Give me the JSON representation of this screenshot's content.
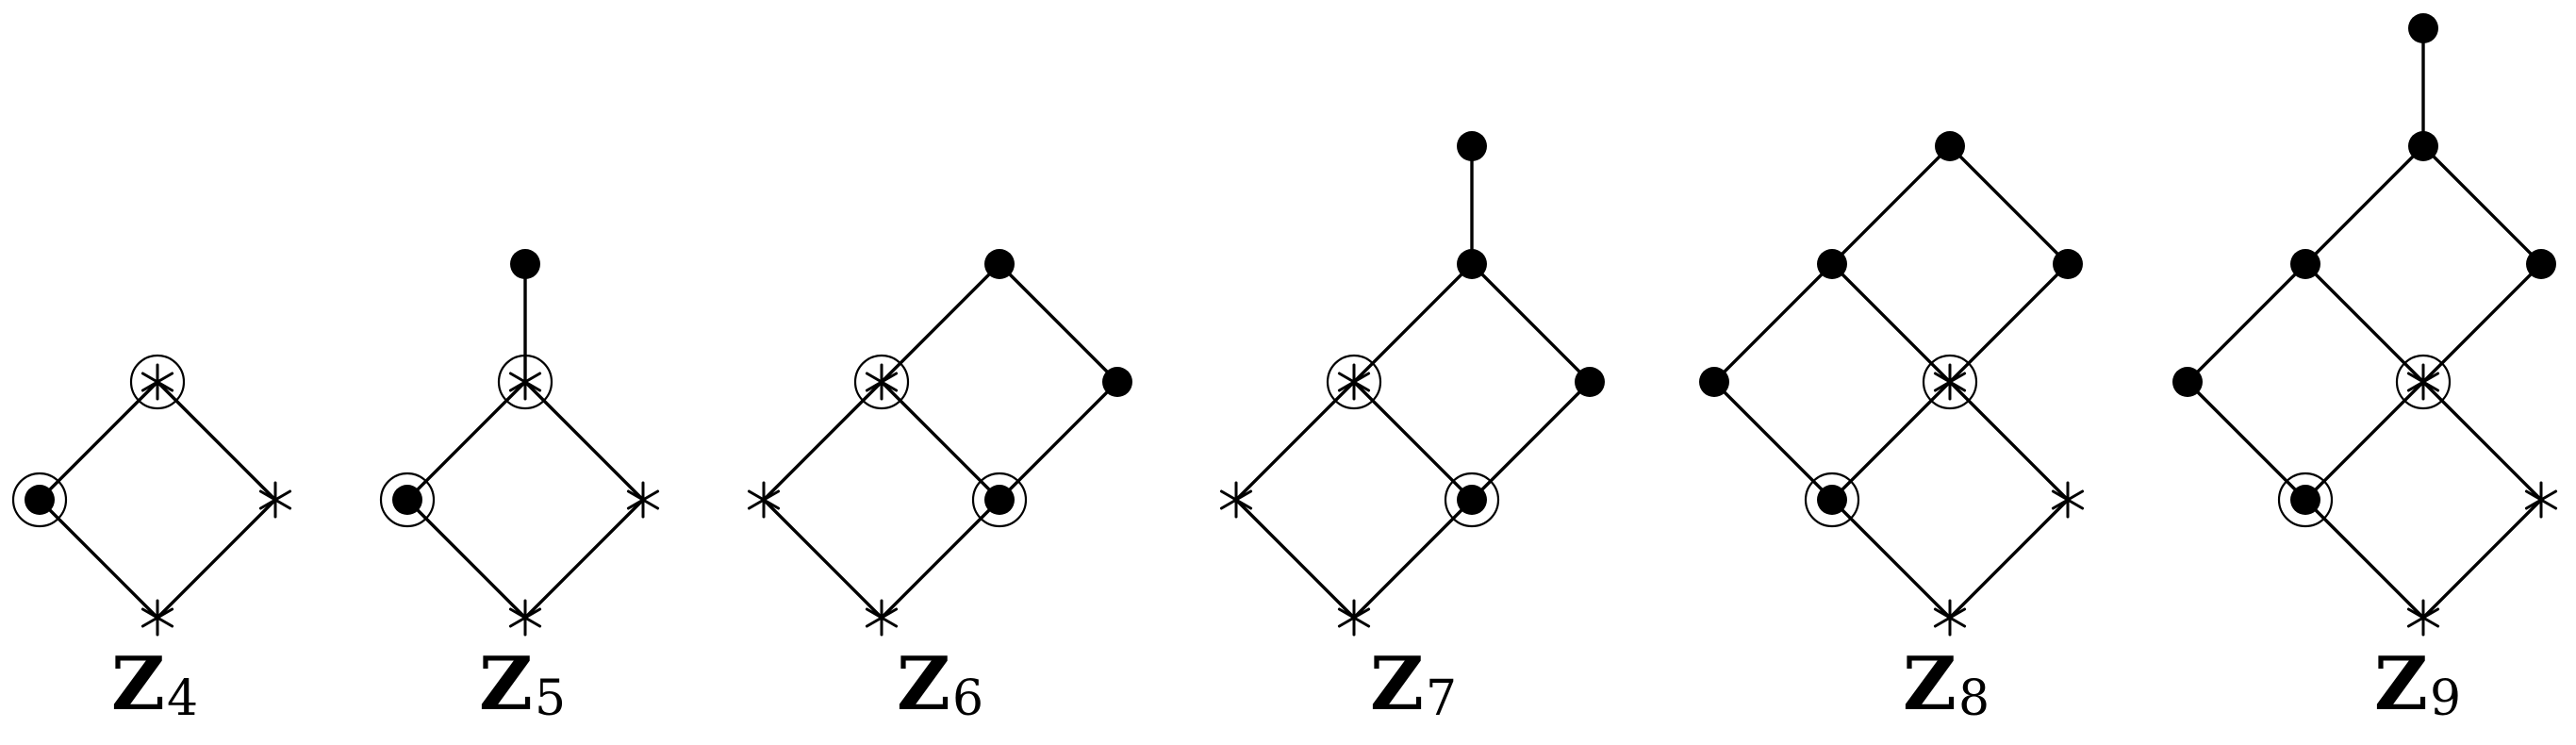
{
  "figure": {
    "diagrams": [
      {
        "letter": "Z",
        "subscript": "4",
        "nodes": [
          {
            "id": "a",
            "kind": "dot",
            "ringed": true
          },
          {
            "id": "b",
            "kind": "star",
            "ringed": true
          },
          {
            "id": "c",
            "kind": "star",
            "ringed": false
          },
          {
            "id": "d",
            "kind": "star",
            "ringed": false
          }
        ],
        "edges": [
          [
            "a",
            "b"
          ],
          [
            "a",
            "d"
          ],
          [
            "b",
            "c"
          ],
          [
            "c",
            "d"
          ]
        ]
      },
      {
        "letter": "Z",
        "subscript": "5",
        "nodes": [
          {
            "id": "a",
            "kind": "dot",
            "ringed": true
          },
          {
            "id": "b",
            "kind": "star",
            "ringed": true
          },
          {
            "id": "c",
            "kind": "star",
            "ringed": false
          },
          {
            "id": "d",
            "kind": "star",
            "ringed": false
          },
          {
            "id": "e",
            "kind": "dot",
            "ringed": false
          }
        ],
        "edges": [
          [
            "a",
            "b"
          ],
          [
            "a",
            "d"
          ],
          [
            "b",
            "c"
          ],
          [
            "c",
            "d"
          ],
          [
            "b",
            "e"
          ]
        ]
      },
      {
        "letter": "Z",
        "subscript": "6",
        "nodes": [
          {
            "id": "a",
            "kind": "star",
            "ringed": false
          },
          {
            "id": "b",
            "kind": "star",
            "ringed": true
          },
          {
            "id": "c",
            "kind": "dot",
            "ringed": true
          },
          {
            "id": "d",
            "kind": "star",
            "ringed": false
          },
          {
            "id": "e",
            "kind": "dot",
            "ringed": false
          },
          {
            "id": "f",
            "kind": "dot",
            "ringed": false
          }
        ],
        "edges": [
          [
            "a",
            "b"
          ],
          [
            "a",
            "d"
          ],
          [
            "b",
            "c"
          ],
          [
            "c",
            "d"
          ],
          [
            "b",
            "e"
          ],
          [
            "e",
            "f"
          ],
          [
            "c",
            "f"
          ]
        ]
      },
      {
        "letter": "Z",
        "subscript": "7",
        "nodes": [
          {
            "id": "a",
            "kind": "star",
            "ringed": false
          },
          {
            "id": "b",
            "kind": "star",
            "ringed": true
          },
          {
            "id": "c",
            "kind": "dot",
            "ringed": true
          },
          {
            "id": "d",
            "kind": "star",
            "ringed": false
          },
          {
            "id": "e",
            "kind": "dot",
            "ringed": false
          },
          {
            "id": "f",
            "kind": "dot",
            "ringed": false
          },
          {
            "id": "g",
            "kind": "dot",
            "ringed": false
          }
        ],
        "edges": [
          [
            "a",
            "b"
          ],
          [
            "a",
            "d"
          ],
          [
            "b",
            "c"
          ],
          [
            "c",
            "d"
          ],
          [
            "b",
            "e"
          ],
          [
            "e",
            "f"
          ],
          [
            "c",
            "f"
          ],
          [
            "e",
            "g"
          ]
        ]
      },
      {
        "letter": "Z",
        "subscript": "8",
        "nodes": [
          {
            "id": "a",
            "kind": "dot",
            "ringed": false
          },
          {
            "id": "b",
            "kind": "dot",
            "ringed": true
          },
          {
            "id": "c",
            "kind": "star",
            "ringed": false
          },
          {
            "id": "d",
            "kind": "dot",
            "ringed": false
          },
          {
            "id": "e",
            "kind": "star",
            "ringed": true
          },
          {
            "id": "f",
            "kind": "dot",
            "ringed": false
          },
          {
            "id": "g",
            "kind": "star",
            "ringed": false
          },
          {
            "id": "h",
            "kind": "dot",
            "ringed": false
          }
        ],
        "edges": [
          [
            "a",
            "b"
          ],
          [
            "a",
            "d"
          ],
          [
            "d",
            "e"
          ],
          [
            "b",
            "e"
          ],
          [
            "b",
            "c"
          ],
          [
            "e",
            "g"
          ],
          [
            "c",
            "g"
          ],
          [
            "d",
            "h"
          ],
          [
            "h",
            "f"
          ],
          [
            "e",
            "f"
          ]
        ]
      },
      {
        "letter": "Z",
        "subscript": "9",
        "nodes": [
          {
            "id": "a",
            "kind": "dot",
            "ringed": false
          },
          {
            "id": "b",
            "kind": "dot",
            "ringed": true
          },
          {
            "id": "c",
            "kind": "star",
            "ringed": false
          },
          {
            "id": "d",
            "kind": "dot",
            "ringed": false
          },
          {
            "id": "e",
            "kind": "star",
            "ringed": true
          },
          {
            "id": "f",
            "kind": "dot",
            "ringed": false
          },
          {
            "id": "g",
            "kind": "star",
            "ringed": false
          },
          {
            "id": "h",
            "kind": "dot",
            "ringed": false
          },
          {
            "id": "i",
            "kind": "dot",
            "ringed": false
          }
        ],
        "edges": [
          [
            "a",
            "b"
          ],
          [
            "a",
            "d"
          ],
          [
            "d",
            "e"
          ],
          [
            "b",
            "e"
          ],
          [
            "b",
            "c"
          ],
          [
            "e",
            "g"
          ],
          [
            "c",
            "g"
          ],
          [
            "d",
            "h"
          ],
          [
            "h",
            "f"
          ],
          [
            "e",
            "f"
          ],
          [
            "h",
            "i"
          ]
        ]
      }
    ]
  }
}
